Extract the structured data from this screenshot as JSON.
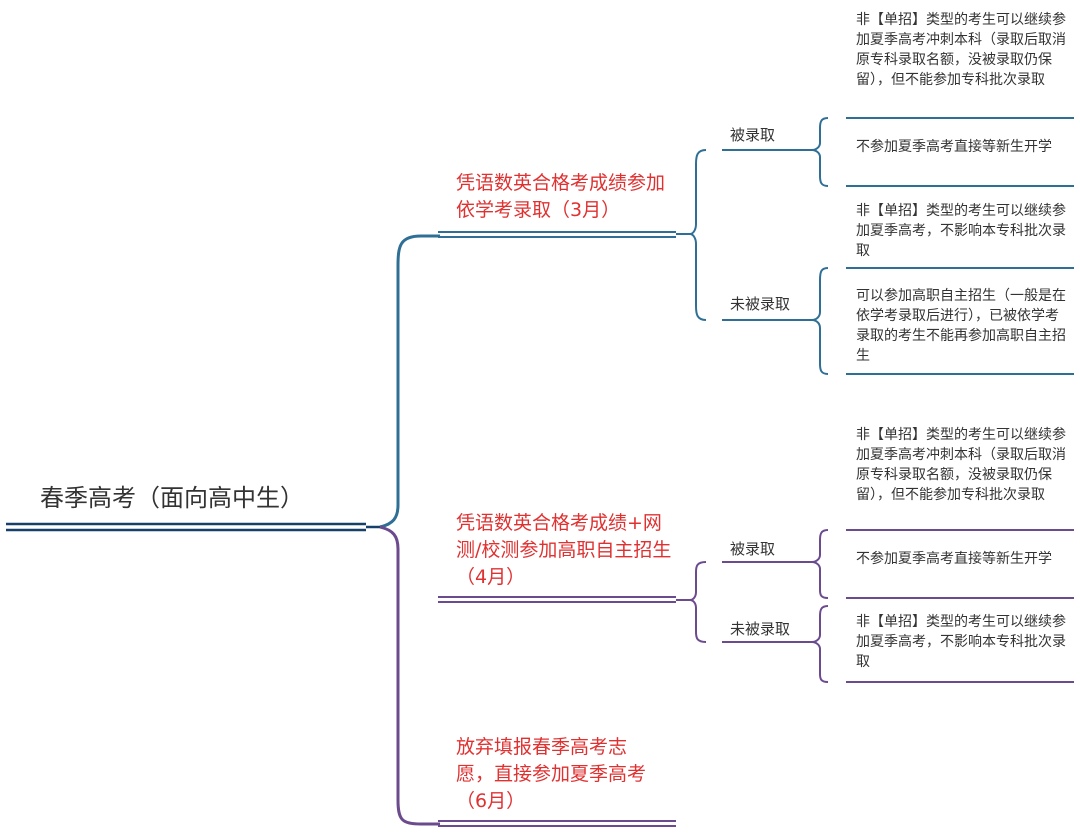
{
  "root": {
    "label": "春季高考（面向高中生）"
  },
  "branches": [
    {
      "label": "凭语数英合格考成绩参加依学考录取（3月）",
      "children": [
        {
          "label": "被录取",
          "notes": [
            "非【单招】类型的考生可以继续参加夏季高考冲刺本科（录取后取消原专科录取名额，没被录取仍保留），但不能参加专科批次录取",
            "不参加夏季高考直接等新生开学"
          ]
        },
        {
          "label": "未被录取",
          "notes": [
            "非【单招】类型的考生可以继续参加夏季高考，不影响本专科批次录取",
            "可以参加高职自主招生（一般是在依学考录取后进行），已被依学考录取的考生不能再参加高职自主招生"
          ]
        }
      ]
    },
    {
      "label": "凭语数英合格考成绩+网测/校测参加高职自主招生（4月）",
      "children": [
        {
          "label": "被录取",
          "notes": [
            "非【单招】类型的考生可以继续参加夏季高考冲刺本科（录取后取消原专科录取名额，没被录取仍保留），但不能参加专科批次录取",
            "不参加夏季高考直接等新生开学"
          ]
        },
        {
          "label": "未被录取",
          "notes": [
            "非【单招】类型的考生可以继续参加夏季高考，不影响本专科批次录取"
          ]
        }
      ]
    },
    {
      "label": "放弃填报春季高考志愿，直接参加夏季高考（6月）",
      "children": []
    }
  ],
  "colors": {
    "blue": "#2f6f95",
    "purple": "#6b4a8e",
    "root_line": "#16406a",
    "branch_text": "#e03131",
    "text": "#333333"
  }
}
